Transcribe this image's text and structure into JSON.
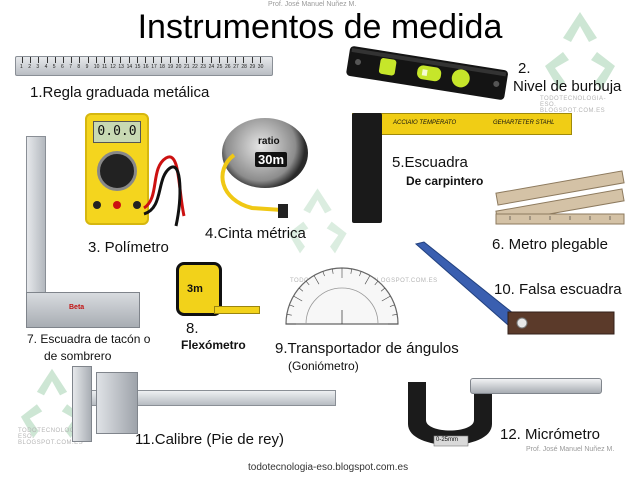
{
  "header": {
    "title": "Instrumentos de medida",
    "credit": "Prof. José Manuel Nuñez M."
  },
  "ruler_scale": [
    "1",
    "2",
    "3",
    "4",
    "5",
    "6",
    "7",
    "8",
    "9",
    "10",
    "11",
    "12",
    "13",
    "14",
    "15",
    "16",
    "17",
    "18",
    "19",
    "20",
    "21",
    "22",
    "23",
    "24",
    "25",
    "26",
    "27",
    "28",
    "29",
    "30"
  ],
  "items": [
    {
      "id": "regla",
      "label": "1.Regla graduada metálica"
    },
    {
      "id": "nivel",
      "label_num": "2.",
      "label": "Nivel de burbuja"
    },
    {
      "id": "polimetro",
      "label": "3. Polímetro",
      "display": "0.0.0"
    },
    {
      "id": "cinta",
      "label": "4.Cinta métrica",
      "brand": "ratio",
      "size": "30m"
    },
    {
      "id": "escuadra",
      "label": "5.Escuadra",
      "sublabel": "De carpintero",
      "blade_text_1": "ACCIAIO TEMPERATO",
      "blade_text_2": "GEHARTETER STAHL"
    },
    {
      "id": "metro",
      "label": "6.  Metro plegable"
    },
    {
      "id": "tacon",
      "label_1": "7.  Escuadra de tacón o",
      "label_2": "de sombrero",
      "brand": "Beta"
    },
    {
      "id": "flexometro",
      "label_num": "8.",
      "label": "Flexómetro",
      "size": "3m"
    },
    {
      "id": "transportador",
      "label": "9.Transportador de ángulos",
      "sublabel": "(Goniómetro)"
    },
    {
      "id": "falsa",
      "label": "10. Falsa escuadra"
    },
    {
      "id": "calibre",
      "label": "11.Calibre (Pie de rey)"
    },
    {
      "id": "micrometro",
      "label": "12. Micrómetro",
      "reading": "0-25mm"
    }
  ],
  "footer": {
    "url": "todotecnologia-eso.blogspot.com.es"
  },
  "watermarks": {
    "top_right": "TODOTECNOLOGIA-ESO. BLOGSPOT.COM.ES",
    "bottom_left": "TODOTECNOLOGIA-ESO. BLOGSPOT.COM.ES",
    "middle": "TODOTECNOLOGIA-ESO.BLOGSPOT.COM.ES"
  },
  "colors": {
    "yellow": "#f2d21a",
    "black": "#111111",
    "steel": "#c9ccd0",
    "blue_blade": "#3a5fb0",
    "recycle_green": "#b9dcc2"
  }
}
